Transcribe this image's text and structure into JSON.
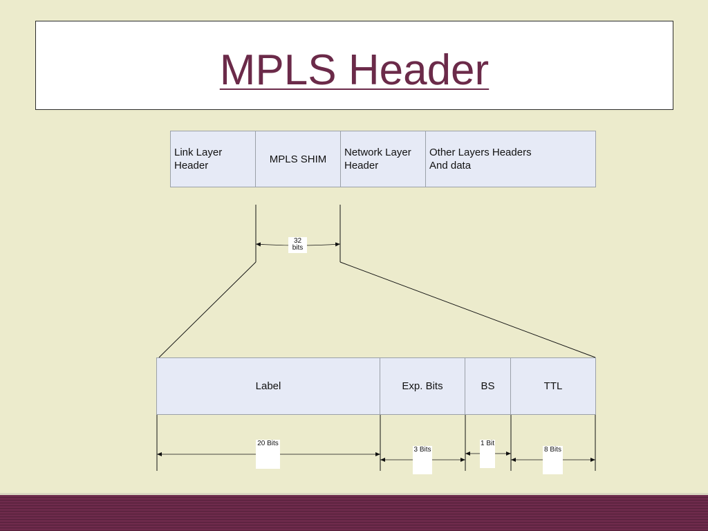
{
  "title": "MPLS Header",
  "packet": {
    "cells": [
      "Link Layer Header",
      "MPLS SHIM",
      "Network Layer Header",
      "Other Layers Headers And data"
    ],
    "link_layer": {
      "line1": "Link Layer",
      "line2": "Header"
    },
    "mpls_shim": "MPLS SHIM",
    "network_layer": {
      "line1": "Network Layer",
      "line2": "Header"
    },
    "other_layers": {
      "line1": "Other Layers Headers",
      "line2": "And data"
    }
  },
  "shim_size": "32 bits",
  "shim_fields": {
    "label": "Label",
    "exp": "Exp. Bits",
    "bs": "BS",
    "ttl": "TTL"
  },
  "field_sizes": {
    "label": "20 Bits",
    "exp": "3 Bits",
    "bs": "1 Bit",
    "ttl": "8 Bits"
  },
  "colors": {
    "title": "#6b2a49",
    "cell_fill": "#e6eaf6",
    "background": "#ecebcc",
    "footer": "#6d2a4b"
  }
}
